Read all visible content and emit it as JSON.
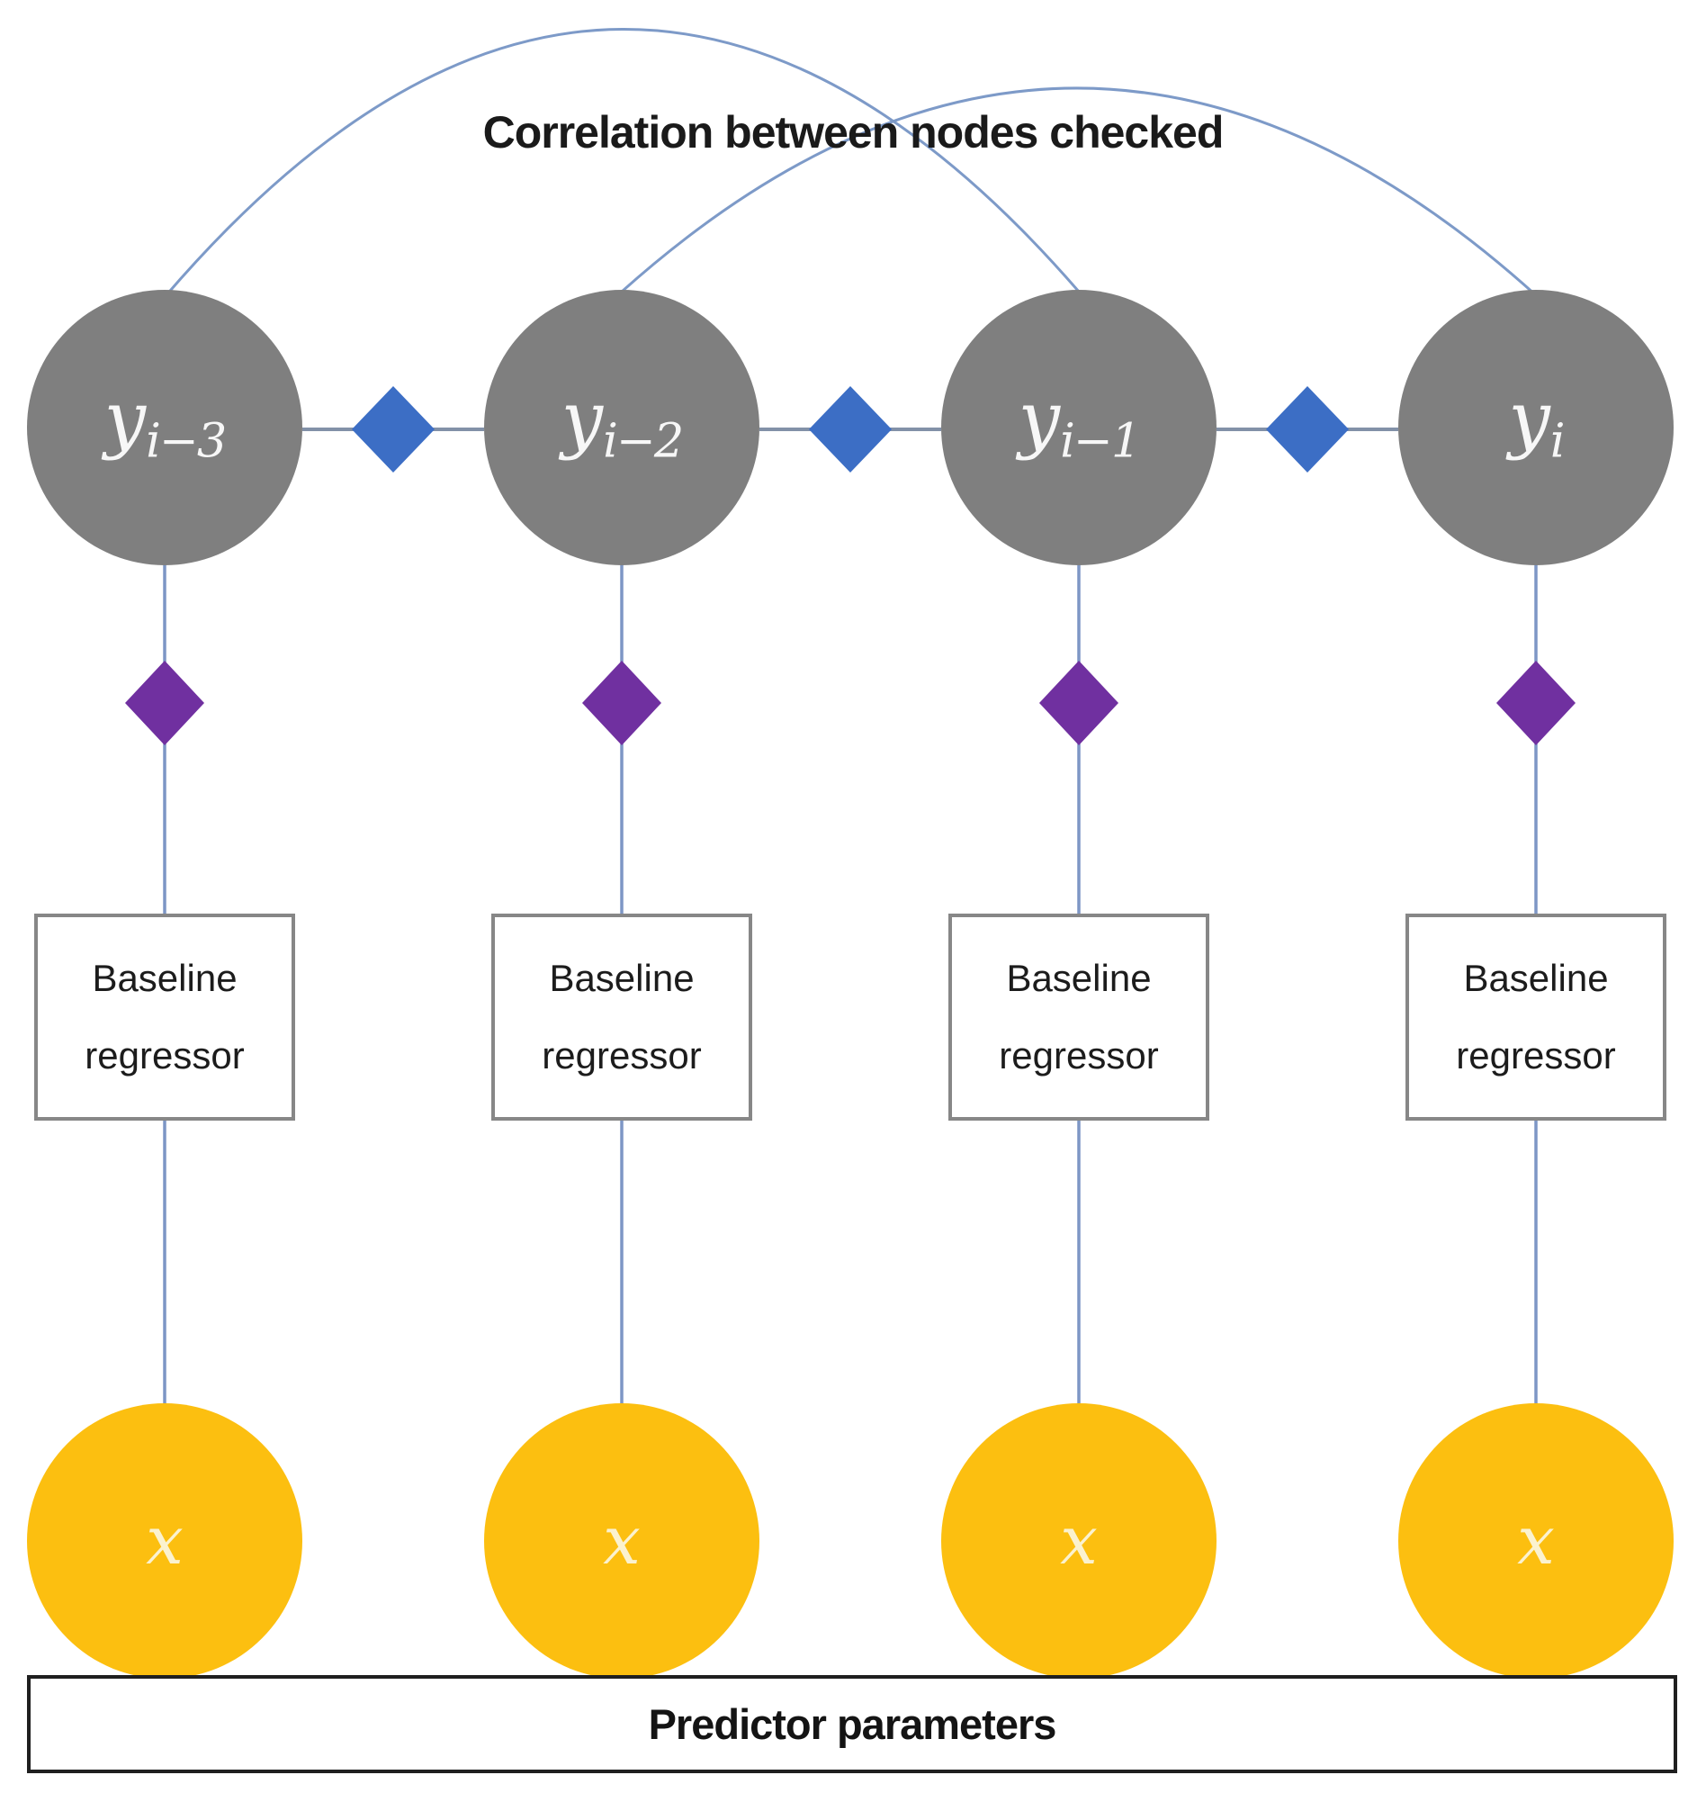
{
  "title": "Correlation between nodes checked",
  "colors": {
    "y_node_fill": "#7F7F7F",
    "x_node_fill": "#FCBF10",
    "blue_diamond": "#3C6EC5",
    "purple_diamond": "#7030A0",
    "arc_line": "#7D9AC8",
    "column_line": "#7D96C5",
    "chain_line": "#8291A8",
    "regressor_box_border": "#878787",
    "bottom_bar_border": "#1F1F1F"
  },
  "y_nodes": [
    {
      "base": "y",
      "sub": "i−3"
    },
    {
      "base": "y",
      "sub": "i−2"
    },
    {
      "base": "y",
      "sub": "i−1"
    },
    {
      "base": "y",
      "sub": "i"
    }
  ],
  "regressor_boxes": [
    {
      "line1": "Baseline",
      "line2": "regressor"
    },
    {
      "line1": "Baseline",
      "line2": "regressor"
    },
    {
      "line1": "Baseline",
      "line2": "regressor"
    },
    {
      "line1": "Baseline",
      "line2": "regressor"
    }
  ],
  "x_nodes": [
    {
      "label": "x"
    },
    {
      "label": "x"
    },
    {
      "label": "x"
    },
    {
      "label": "x"
    }
  ],
  "bottom_bar": {
    "label": "Predictor parameters"
  }
}
